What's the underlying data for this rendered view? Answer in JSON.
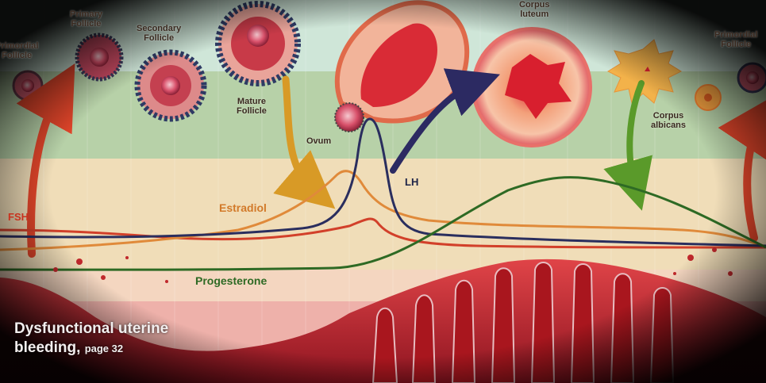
{
  "stages": {
    "primordial_left": "Primordial\nFollicle",
    "primary": "Primary\nFollicle",
    "secondary": "Secondary\nFollicle",
    "mature": "Mature\nFollicle",
    "ovum": "Ovum",
    "corpus_luteum": "Corpus\nluteum",
    "corpus_albicans": "Corpus\nalbicans",
    "primordial_right": "Primordial\nFollicle"
  },
  "hormones": {
    "fsh": "FSH",
    "lh": "LH",
    "estradiol": "Estradiol",
    "progesterone": "Progesterone"
  },
  "caption": {
    "line1": "Dysfunctional uterine",
    "line2": "bleeding,",
    "page": "page 32"
  },
  "colors": {
    "fsh": "#d2402a",
    "lh": "#2a2e5e",
    "estradiol": "#e08a3a",
    "progesterone": "#2e6a24",
    "endometrium": "#c0282c"
  }
}
